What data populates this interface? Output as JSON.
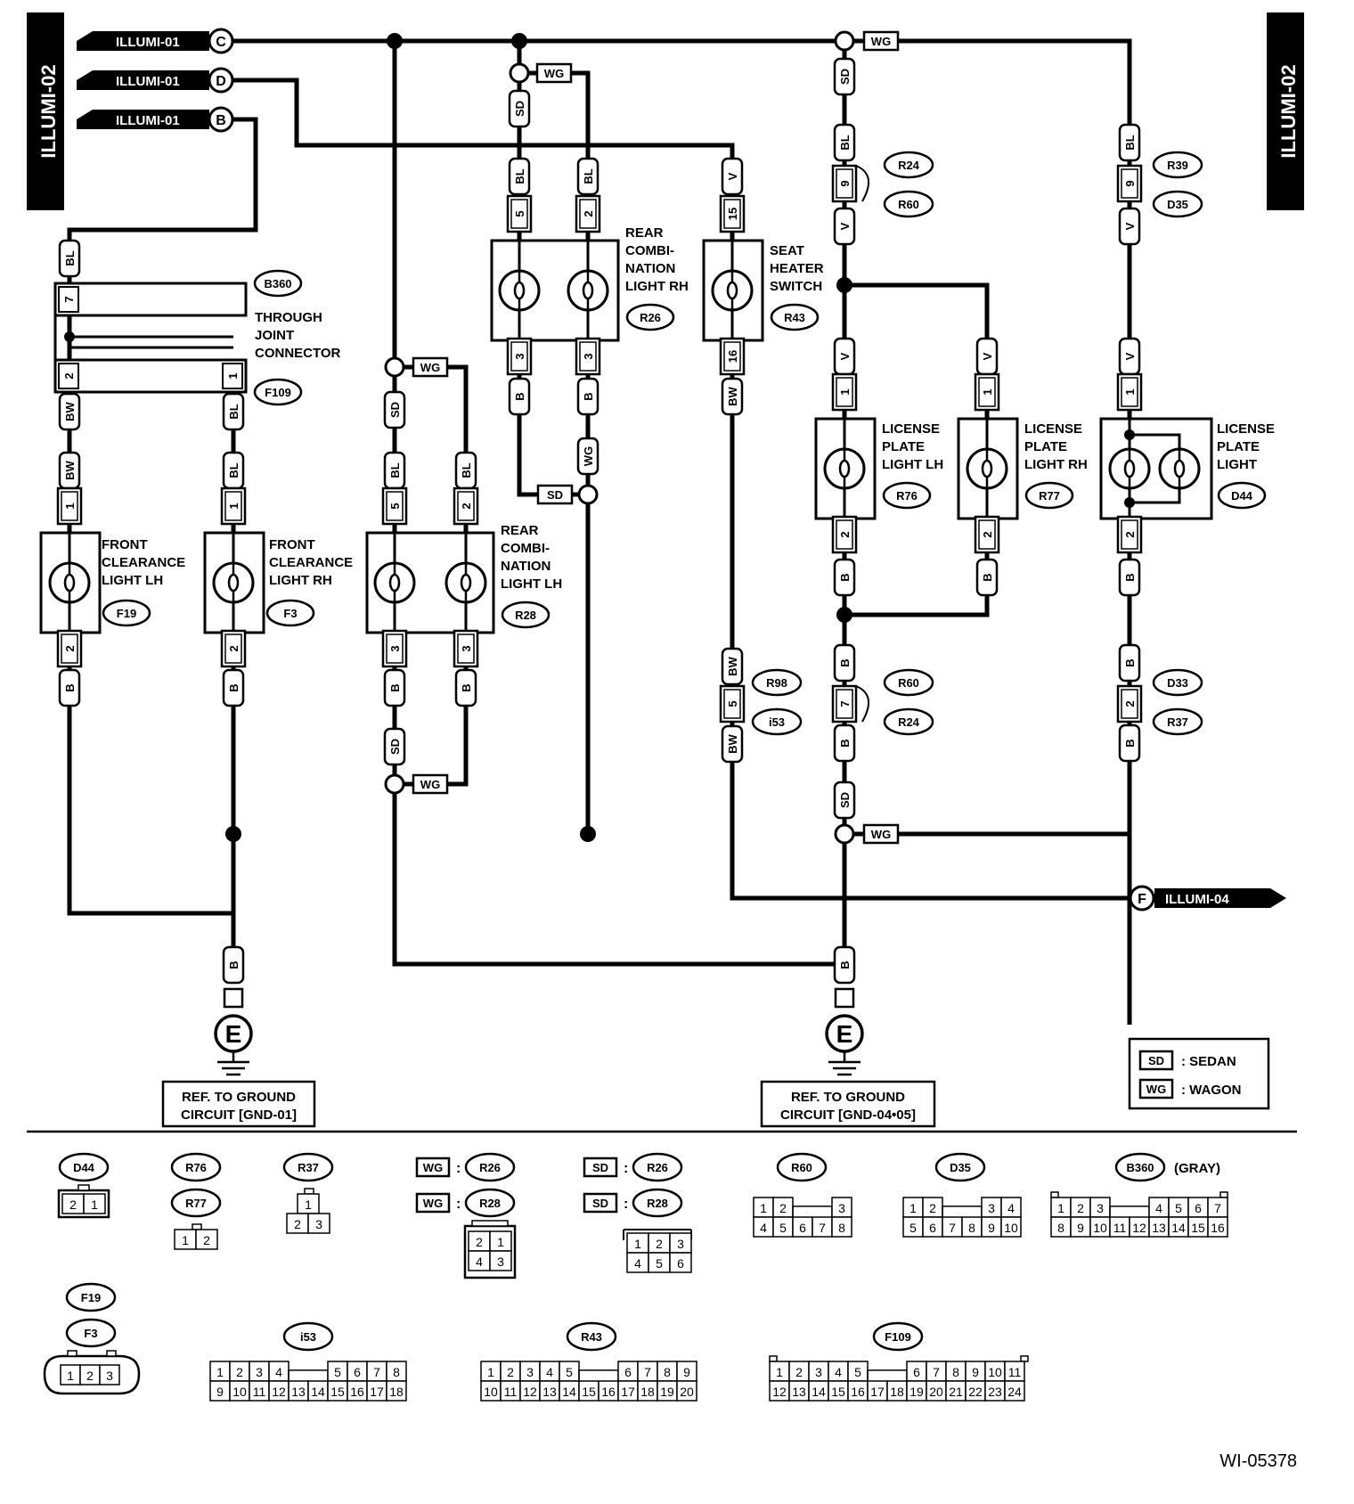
{
  "page": {
    "code": "WI-05378"
  },
  "side_tags": {
    "left": "ILLUMI-02",
    "right": "ILLUMI-02"
  },
  "refs": {
    "c": {
      "label": "ILLUMI-01",
      "letter": "C"
    },
    "d": {
      "label": "ILLUMI-01",
      "letter": "D"
    },
    "b": {
      "label": "ILLUMI-01",
      "letter": "B"
    },
    "f": {
      "label": "ILLUMI-04",
      "letter": "F"
    }
  },
  "components": {
    "b360": {
      "id": "B360",
      "name": [
        "THROUGH",
        "JOINT",
        "CONNECTOR"
      ],
      "sub_id": "F109"
    },
    "f19": {
      "id": "F19",
      "name": [
        "FRONT",
        "CLEARANCE",
        "LIGHT LH"
      ]
    },
    "f3": {
      "id": "F3",
      "name": [
        "FRONT",
        "CLEARANCE",
        "LIGHT RH"
      ]
    },
    "r28": {
      "id": "R28",
      "name": [
        "REAR",
        "COMBI-",
        "NATION",
        "LIGHT LH"
      ]
    },
    "r26": {
      "id": "R26",
      "name": [
        "REAR",
        "COMBI-",
        "NATION",
        "LIGHT RH"
      ]
    },
    "r43": {
      "id": "R43",
      "name": [
        "SEAT",
        "HEATER",
        "SWITCH"
      ]
    },
    "r76": {
      "id": "R76",
      "name": [
        "LICENSE",
        "PLATE",
        "LIGHT LH"
      ]
    },
    "r77": {
      "id": "R77",
      "name": [
        "LICENSE",
        "PLATE",
        "LIGHT RH"
      ]
    },
    "d44": {
      "id": "D44",
      "name": [
        "LICENSE",
        "PLATE",
        "LIGHT"
      ]
    }
  },
  "splices": {
    "r24_r60": [
      "R24",
      "R60"
    ],
    "r39_d35": [
      "R39",
      "D35"
    ],
    "r98_i53": [
      "R98",
      "i53"
    ],
    "r60_r24": [
      "R60",
      "R24"
    ],
    "d33_r37": [
      "D33",
      "R37"
    ]
  },
  "wires": {
    "bl": "BL",
    "bw": "BW",
    "b": "B",
    "v": "V",
    "sd": "SD",
    "wg": "WG"
  },
  "grounds": {
    "left": {
      "letter": "E",
      "ref": [
        "REF. TO GROUND",
        "CIRCUIT [GND-01]"
      ]
    },
    "right": {
      "letter": "E",
      "ref": [
        "REF. TO GROUND",
        "CIRCUIT [GND-04•05]"
      ]
    }
  },
  "legend": [
    {
      "code": "SD",
      "text": ": SEDAN"
    },
    {
      "code": "WG",
      "text": ": WAGON"
    }
  ],
  "connector_views": {
    "d44": {
      "id": "D44",
      "pins": [
        "2",
        "1"
      ]
    },
    "r76_r77": {
      "ids": [
        "R76",
        "R77"
      ],
      "pins": [
        "1",
        "2"
      ]
    },
    "r37": {
      "id": "R37",
      "pins": [
        "1",
        "2",
        "3"
      ]
    },
    "wg": {
      "codes": [
        "WG",
        "WG"
      ],
      "ids": [
        "R26",
        "R28"
      ],
      "pins": [
        "2",
        "1",
        "4",
        "3"
      ]
    },
    "sd": {
      "codes": [
        "SD",
        "SD"
      ],
      "ids": [
        "R26",
        "R28"
      ],
      "pins": [
        "1",
        "2",
        "3",
        "4",
        "5",
        "6"
      ]
    },
    "r60": {
      "id": "R60",
      "pins": [
        "1",
        "2",
        "3",
        "4",
        "5",
        "6",
        "7",
        "8"
      ]
    },
    "d35": {
      "id": "D35",
      "pins": [
        "1",
        "2",
        "3",
        "4",
        "5",
        "6",
        "7",
        "8",
        "9",
        "10"
      ]
    },
    "b360": {
      "id": "B360",
      "note": "(GRAY)",
      "pins": [
        "1",
        "2",
        "3",
        "4",
        "5",
        "6",
        "7",
        "8",
        "9",
        "10",
        "11",
        "12",
        "13",
        "14",
        "15",
        "16"
      ]
    },
    "f19_f3": {
      "ids": [
        "F19",
        "F3"
      ],
      "pins": [
        "1",
        "2",
        "3"
      ]
    },
    "i53": {
      "id": "i53",
      "pins": [
        "1",
        "2",
        "3",
        "4",
        "5",
        "6",
        "7",
        "8",
        "9",
        "10",
        "11",
        "12",
        "13",
        "14",
        "15",
        "16",
        "17",
        "18"
      ]
    },
    "r43": {
      "id": "R43",
      "pins": [
        "1",
        "2",
        "3",
        "4",
        "5",
        "6",
        "7",
        "8",
        "9",
        "10",
        "11",
        "12",
        "13",
        "14",
        "15",
        "16",
        "17",
        "18",
        "19",
        "20"
      ]
    },
    "f109": {
      "id": "F109",
      "pins": [
        "1",
        "2",
        "3",
        "4",
        "5",
        "6",
        "7",
        "8",
        "9",
        "10",
        "11",
        "12",
        "13",
        "14",
        "15",
        "16",
        "17",
        "18",
        "19",
        "20",
        "21",
        "22",
        "23",
        "24"
      ]
    }
  }
}
